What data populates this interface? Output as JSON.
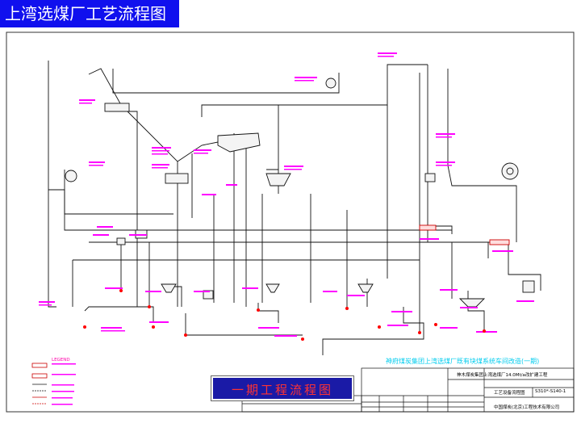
{
  "header": {
    "title": "上湾选煤厂工艺流程图"
  },
  "stage_label": "一期工程流程图",
  "project_title": "神府煤炭集团上湾选煤厂既有块煤系统车间改造(一期)",
  "title_block": {
    "project": "神木煤炭集团上湾选煤厂14.0Mt/a改扩建工程",
    "drawing_name": "工艺设备流程图",
    "drawing_no": "S310*-S140-1",
    "company": "中国煤炭(北京)工程技术有限公司"
  },
  "legend": {
    "title": "LEGEND"
  },
  "colors": {
    "title_bg": "#1010ee",
    "stage_bg": "#1a1aa6",
    "stage_text": "#ff3333",
    "annotation": "#ff00ff",
    "flow_marker": "#ff0000",
    "project_title": "#00ccee"
  }
}
